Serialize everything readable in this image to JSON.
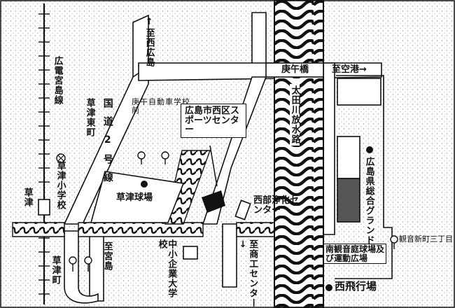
{
  "map": {
    "labels": {
      "to_nishihiroshima": "↑至西広島",
      "hiroden_line": "広電宮島線",
      "kusatsu_higashi": "草津東町",
      "route2": "国道2号線",
      "kogo_bus_stop": "庚午自動車学校前",
      "sports_center": "広島市西区スポーツセンター",
      "kusatsu_school": "草津小学校",
      "kusatsu_station": "草津",
      "kusatsu_stadium": "草津球場",
      "seibu_plant": "西部浄化センター",
      "to_miyajima": "至宮島",
      "chusho_univ": "中小企業大学校",
      "to_shoko_center": "至商工センター↓",
      "kusatsu_town": "草津町",
      "kogo_bridge": "庚午橋",
      "to_airport": "至空港→",
      "ota_river": "太田川放水路",
      "prefectural_ground": "広島県総合グランド",
      "kannon_bus_stop": "観音新町三丁目",
      "minami_kannon": "南観音庭球場及び運動広場",
      "nishi_airport": "西飛行場"
    },
    "colors": {
      "ink": "#111111",
      "paper": "#ffffff",
      "stipple": "#cfcfcf"
    }
  }
}
